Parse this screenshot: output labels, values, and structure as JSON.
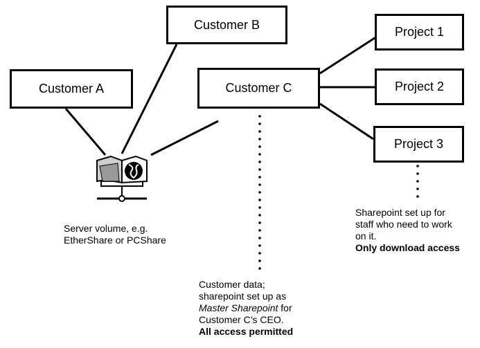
{
  "nodes": {
    "customer_a": "Customer A",
    "customer_b": "Customer B",
    "customer_c": "Customer C",
    "project_1": "Project 1",
    "project_2": "Project 2",
    "project_3": "Project 3"
  },
  "server_note": {
    "line1": "Server volume, e.g.",
    "line2": "EtherShare or PCShare"
  },
  "project_note": {
    "line1": "Sharepoint set up for",
    "line2": "staff who need to work",
    "line3": "on it.",
    "emphasis": "Only download access"
  },
  "customer_note": {
    "line1": "Customer data;",
    "line2": "sharepoint set up as",
    "line3_italic": "Master Sharepoint",
    "line3_rest": " for",
    "line4": "Customer C’s CEO.",
    "emphasis": "All access permitted"
  },
  "icons": {
    "server": "server-volume-icon"
  }
}
